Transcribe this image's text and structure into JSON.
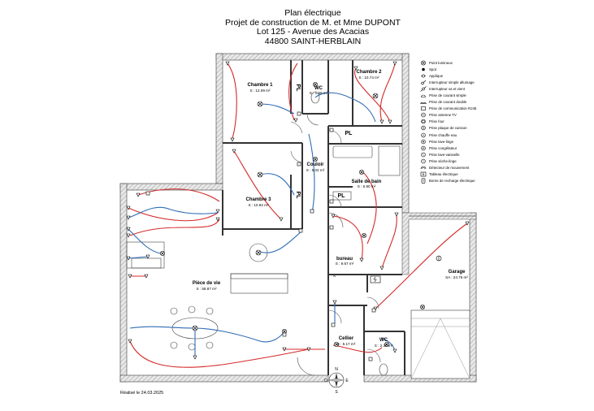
{
  "title": {
    "lines": [
      "Plan électrique",
      "Projet de construction de M. et Mme DUPONT",
      "Lot 125 - Avenue des Acacias",
      "44800 SAINT-HERBLAIN"
    ]
  },
  "rooms": {
    "chambre1": {
      "name": "Chambre 1",
      "area": "S : 12.09 m²"
    },
    "wc_haut": {
      "name": "WC",
      "area": "S : 1.69 m²"
    },
    "chambre2": {
      "name": "Chambre 2",
      "area": "S : 10.74 m²"
    },
    "couloir": {
      "name": "Couloir",
      "area": "S : 5.02 m²"
    },
    "salle_de_bain": {
      "name": "Salle de bain",
      "area": "S : 6.90 m²"
    },
    "chambre3": {
      "name": "Chambre 3",
      "area": "S : 10.92 m²"
    },
    "bureau": {
      "name": "bureau",
      "area": "S : 9.67 m²"
    },
    "piece_de_vie": {
      "name": "Pièce de vie",
      "area": "S : 58.87 m²"
    },
    "garage": {
      "name": "Garage",
      "area": "SA : 24.76 m²"
    },
    "cellier": {
      "name": "Cellier",
      "area": "S : 5.17 m²"
    },
    "wc_bas": {
      "name": "WC",
      "area": "S : 2.30 m²"
    }
  },
  "placards": [
    "PL",
    "PL",
    "PL",
    "PL",
    "PL"
  ],
  "compass": {
    "north": "N",
    "south": "S",
    "east": "E",
    "west": "O"
  },
  "legend": [
    {
      "icon": "light-point",
      "label": "Point lumineux"
    },
    {
      "icon": "spot",
      "label": "Spot"
    },
    {
      "icon": "wall-light",
      "label": "Applique"
    },
    {
      "icon": "switch-simple",
      "label": "Interrupteur simple allumage"
    },
    {
      "icon": "switch-two-way",
      "label": "Interrupteur va et vient"
    },
    {
      "icon": "socket-simple",
      "label": "Prise de courant simple"
    },
    {
      "icon": "socket-double",
      "label": "Prise de courant double"
    },
    {
      "icon": "socket-rj45",
      "label": "Prise de communication RJ45"
    },
    {
      "icon": "socket-tv",
      "label": "Prise antenne TV"
    },
    {
      "icon": "socket-oven",
      "label": "Prise four"
    },
    {
      "icon": "socket-hob",
      "label": "Prise plaque de cuisson"
    },
    {
      "icon": "socket-water-heater",
      "label": "Prise chauffe eau"
    },
    {
      "icon": "socket-washer",
      "label": "Prise lave-linge"
    },
    {
      "icon": "socket-freezer",
      "label": "Prise congélateur"
    },
    {
      "icon": "socket-dishwasher",
      "label": "Prise lave-vaisselle"
    },
    {
      "icon": "socket-dryer",
      "label": "Prise sèche-linge"
    },
    {
      "icon": "motion-detector",
      "label": "Détecteur de mouvement"
    },
    {
      "icon": "electrical-panel",
      "label": "Tableau électrique"
    },
    {
      "icon": "ev-charger",
      "label": "Borne de recharge électrique"
    }
  ],
  "credit": "Réalisé le 24.03.2025",
  "colors": {
    "wall": "#6b6b6b",
    "wire_red": "#d42a2a",
    "wire_blue": "#2f6cb5",
    "ink": "#000000"
  }
}
